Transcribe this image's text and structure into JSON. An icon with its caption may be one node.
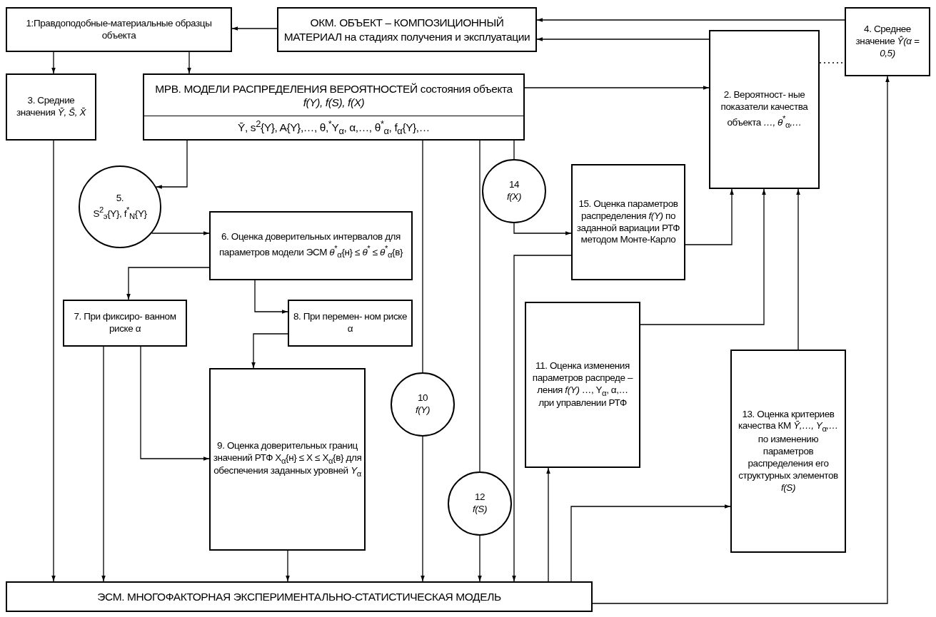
{
  "diagram": {
    "nodes": [
      {
        "text": [
          "1:Правдоподобные-материальные образцы объекта"
        ]
      },
      {
        "text": [
          "ОКМ. ОБЪЕКТ – КОМПОЗИЦИОННЫЙ МАТЕРИАЛ на стадиях получения и эксплуатации"
        ]
      },
      {
        "text": [
          "4. Среднее значение *Ŷ(α = 0,5)*"
        ]
      },
      {
        "text": [
          "2. Вероятност- ные показатели качества объекта *…, θ*$^{*}$$_{α}$*,…*"
        ]
      },
      {
        "text": [
          "3. Средние значения *Ȳ, S̄, X̄*"
        ]
      },
      {
        "text": [
          "МРВ. МОДЕЛИ РАСПРЕДЕЛЕНИЯ ВЕРОЯТНОСТЕЙ состояния объекта *f(Y), f(S), f(X)*",
          "Ȳ, s$^{2}${Y}, A{Y},…, θ,$^{*}$Y$_{α}$, α,…, θ$^{*}$$_{α}$, f$_{α}${Y},…"
        ]
      },
      {
        "text": [
          "5.",
          "S$^{2}$$_{э}${Y}, f$^{*}$$_{N}${Y}"
        ]
      },
      {
        "text": [
          "6. Оценка доверительных интервалов для параметров модели ЭСМ *θ*$^{*}$$_{α}${н} ≤ *θ*$^{*}$ ≤ *θ*$^{*}$$_{α}${в}"
        ]
      },
      {
        "text": [
          "7. При фиксиро- ванном риске α"
        ]
      },
      {
        "text": [
          "8. При перемен- ном риске α"
        ]
      },
      {
        "text": [
          "9. Оценка доверительных границ значений РТФ X$_{α}${н} ≤ X ≤ X$_{α}${в} для обеспечения заданных уровней *Y*$_{α}$"
        ]
      },
      {
        "text": [
          "10",
          "*f(Y)*"
        ]
      },
      {
        "text": [
          "12",
          "*f(S)*"
        ]
      },
      {
        "text": [
          "14",
          "*f(X)*"
        ]
      },
      {
        "text": [
          "15. Оценка параметров распределения *f(Y)* по заданной вариации РТФ методом Монте-Карло"
        ]
      },
      {
        "text": [
          "11. Оценка изменения параметров распреде – ления *f(Y)* …, Y$_{α}$, α,… лри управлении РТФ"
        ]
      },
      {
        "text": [
          "13. Оценка критериев качества КМ *Ȳ,…, Y*$_{α}$*,…* по изменению параметров распределения его структурных элементов *f(S)*"
        ]
      },
      {
        "text": [
          "ЭСМ. МНОГОФАКТОРНАЯ ЭКСПЕРИМЕНТАЛЬНО-СТАТИСТИЧЕСКАЯ МОДЕЛЬ"
        ]
      }
    ],
    "edges": [
      {
        "from": 1,
        "to": 0,
        "arrow": "to"
      },
      {
        "from": 2,
        "to": 1,
        "arrow": "to"
      },
      {
        "from": 3,
        "to": 1,
        "arrow": "to"
      },
      {
        "from": 3,
        "to": 2,
        "arrow": "none",
        "style": "dashed"
      },
      {
        "from": 0,
        "to": 4,
        "arrow": "to"
      },
      {
        "from": 0,
        "to": 5,
        "arrow": "to"
      },
      {
        "from": 5,
        "to": 3,
        "arrow": "to"
      },
      {
        "from": 5,
        "to": 6,
        "arrow": "to"
      },
      {
        "from": 6,
        "to": 7,
        "arrow": "to"
      },
      {
        "from": 7,
        "to": 8,
        "arrow": "to"
      },
      {
        "from": 7,
        "to": 9,
        "arrow": "to"
      },
      {
        "from": 9,
        "to": 10,
        "arrow": "to"
      },
      {
        "from": 8,
        "to": 10,
        "arrow": "to"
      },
      {
        "from": 8,
        "to": 17,
        "arrow": "to"
      },
      {
        "from": 4,
        "to": 17,
        "arrow": "to"
      },
      {
        "from": 10,
        "to": 17,
        "arrow": "to"
      },
      {
        "from": 5,
        "to": 11,
        "arrow": "none"
      },
      {
        "from": 11,
        "to": 17,
        "arrow": "to"
      },
      {
        "from": 5,
        "to": 12,
        "arrow": "none"
      },
      {
        "from": 12,
        "to": 17,
        "arrow": "to"
      },
      {
        "from": 5,
        "to": 13,
        "arrow": "none"
      },
      {
        "from": 13,
        "to": 14,
        "arrow": "to"
      },
      {
        "from": 14,
        "to": 17,
        "arrow": "to"
      },
      {
        "from": 17,
        "to": 15,
        "arrow": "to"
      },
      {
        "from": 17,
        "to": 16,
        "arrow": "to"
      },
      {
        "from": 17,
        "to": 2,
        "arrow": "to"
      },
      {
        "from": 14,
        "to": 3,
        "arrow": "to"
      },
      {
        "from": 15,
        "to": 3,
        "arrow": "to"
      },
      {
        "from": 16,
        "to": 3,
        "arrow": "to"
      }
    ]
  }
}
